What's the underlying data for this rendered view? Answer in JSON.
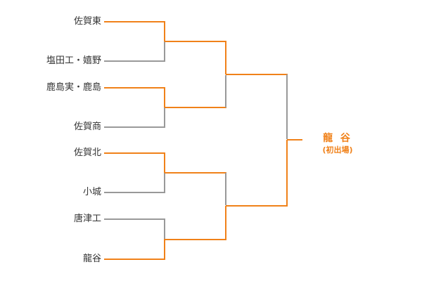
{
  "teams": [
    "佐賀東",
    "塩田工・嬉野",
    "鹿島実・鹿島",
    "佐賀商",
    "佐賀北",
    "小城",
    "唐津工",
    "龍谷"
  ],
  "champion": {
    "name": "龍 谷",
    "note": "(初出場)"
  },
  "colors": {
    "winner": "#f08119",
    "loser": "#999999"
  }
}
